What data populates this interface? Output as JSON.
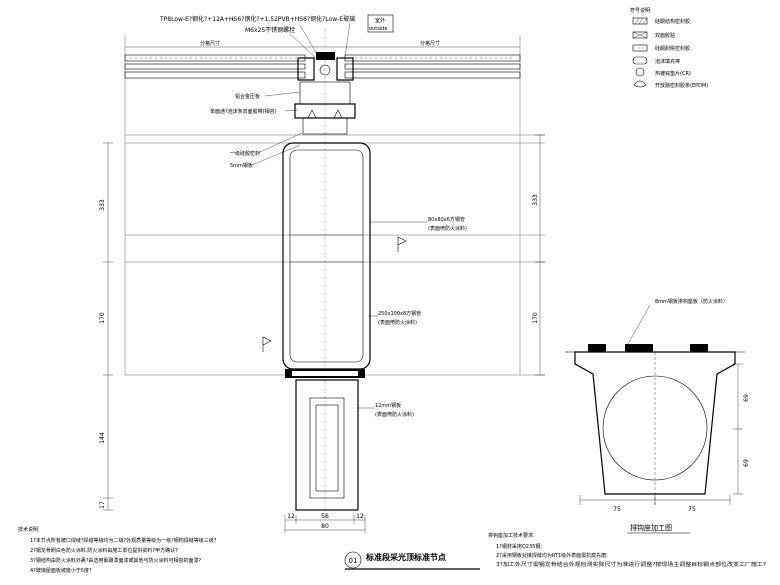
{
  "top_note": {
    "glass": "TP8Low-E?钢化?+12A+HS6?钢化?+1.52PVB+HS6?钢化?Low-E玻璃",
    "bolt": "M6x25不锈钢螺栓",
    "outside_cn": "室外",
    "outside_en": "outside"
  },
  "dims_top": {
    "left": "分格尺寸",
    "right": "分格尺寸"
  },
  "callouts": {
    "aluminum": "铝合金压板",
    "gasket": "单面通?泡沫条双面胶带(相容)",
    "sealant": "一级硅胶密封",
    "plate": "5mm钢板",
    "tube_80": "80x80x6方钢管",
    "tube_80_sub": "(表面喷防火涂料)",
    "tube_250": "250x100x8方钢管",
    "tube_250_sub": "(表面喷防火涂料)",
    "plate_12": "12mm钢板",
    "plate_12_sub": "(表面喷防火涂料)",
    "plate_8": "8mm钢板排钩座板（防火涂料）"
  },
  "dims_left": [
    "333",
    "170",
    "144",
    "17"
  ],
  "dims_bottom": [
    "12",
    "56",
    "12",
    "80"
  ],
  "dims_detail": {
    "v1": "69",
    "v2": "69",
    "h1": "75",
    "h2": "75"
  },
  "legend": {
    "title": "符号说明:",
    "items": [
      {
        "icon": "hatch-box-icon",
        "label": "硅酮结构密封胶"
      },
      {
        "icon": "cross-box-icon",
        "label": "双面胶贴"
      },
      {
        "icon": "dot-box-icon",
        "label": "硅酮耐候密封胶"
      },
      {
        "icon": "foam-bar-icon",
        "label": "泡沫填充棒"
      },
      {
        "icon": "circle-icon",
        "label": "热镀锌垫片(CR)"
      },
      {
        "icon": "gasket-icon",
        "label": "开放融密封胶条(EPDM)"
      }
    ]
  },
  "tech_notes": {
    "title": "技术说明:",
    "lines": [
      "1?本节点所有被口焊缝?焊缝等级均为二级?外观质量等级为一级?钢构焊缝等级三级?",
      "2?钢龙骨刷白色防火涂料,防火涂料由施工单位提供资料?甲方确认?",
      "3?钢结构由防火涂料外裹?由选用氟碳漆面漆或其他与防火涂料可相容的面漆?",
      "4?玻璃屋面板坡度小于5度?"
    ]
  },
  "detail_title": "排钩座加工图",
  "detail_notes": {
    "title": "排钩座加工技术要求:",
    "lines": [
      "1?钢材采用Q235钢;",
      "2?采用钢板对接焊缝均为RT1级外表面需抗腐先磨;",
      "3?加工外尺寸需钢龙骨结合外观检测实际尺寸为准进行调整?按现场主调整目标钢点部位改变工厂施工?"
    ]
  },
  "main_title": {
    "number": "01",
    "text": "标准段采光顶标准节点"
  }
}
